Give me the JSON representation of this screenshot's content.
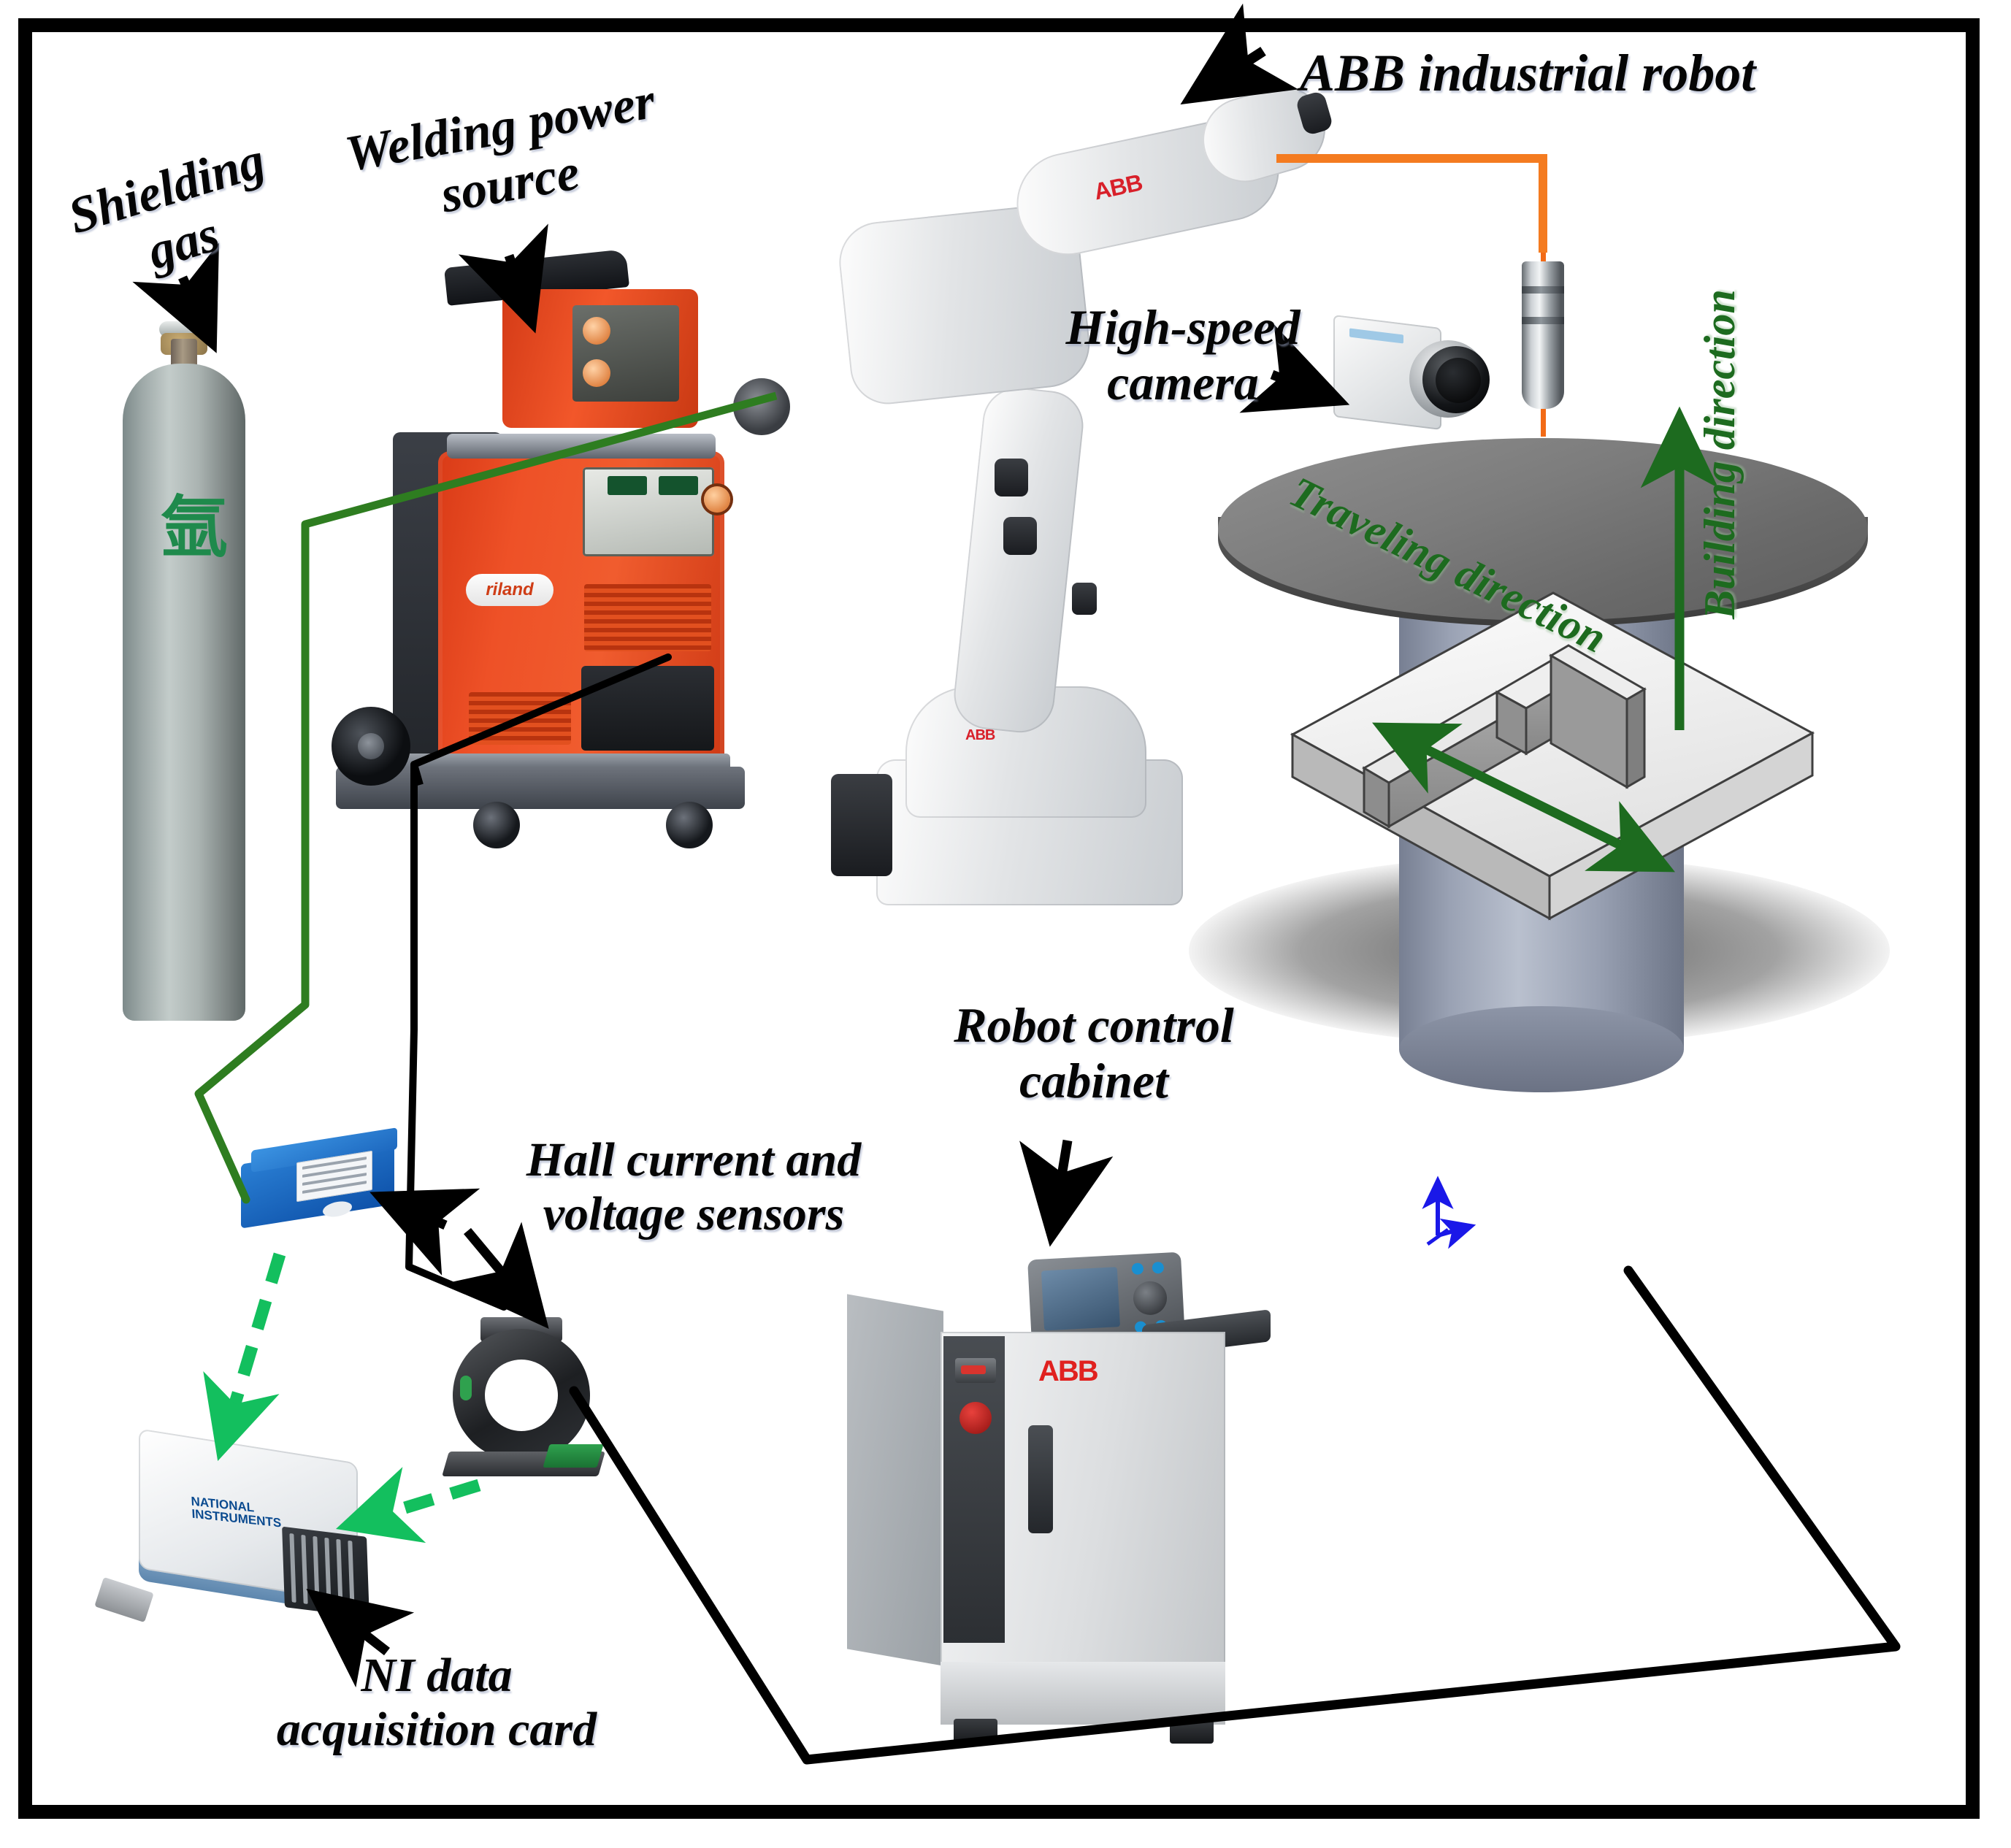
{
  "figure": {
    "kind": "experimental-setup-schematic",
    "domain": "wire-arc-additive-manufacturing",
    "background": "#ffffff",
    "border_color": "#000000"
  },
  "labels": {
    "shielding_gas": {
      "line1": "Shielding",
      "line2": "gas",
      "color": "#050505"
    },
    "welding_power_source": {
      "line1": "Welding power",
      "line2": "source",
      "color": "#050505"
    },
    "abb_industrial_robot": {
      "text": "ABB industrial robot",
      "color": "#050505"
    },
    "high_speed_camera": {
      "line1": "High-speed",
      "line2": "camera",
      "color": "#050505"
    },
    "robot_control_cabinet": {
      "line1": "Robot control",
      "line2": "cabinet",
      "color": "#050505"
    },
    "hall_sensors": {
      "line1": "Hall current and",
      "line2": "voltage sensors",
      "color": "#050505"
    },
    "ni_daq_card": {
      "line1": "NI data",
      "line2": "acquisition card",
      "color": "#050505"
    },
    "traveling_direction": {
      "text": "Traveling direction",
      "color": "#1d6b1f"
    },
    "building_direction": {
      "text": "Building direction",
      "color": "#1d6b1f"
    }
  },
  "components": {
    "gas_cylinder": {
      "name": "shielding gas cylinder",
      "body_color": "#9ea9a8",
      "marking": "氩",
      "marking_color": "#1f8a4c"
    },
    "power_source": {
      "name": "welding power source",
      "body_color": "#ee5127",
      "brand_text": "riland",
      "cart_color": "#3e434b"
    },
    "wire_feeder": {
      "name": "wire feeder",
      "body_color": "#f2572a"
    },
    "robot": {
      "name": "ABB 6-axis industrial robot",
      "body_color": "#e8eaec",
      "logo_text": "ABB",
      "logo_color": "#d8202a"
    },
    "camera": {
      "name": "high-speed camera",
      "body_color": "#f2f3f4",
      "lens_color": "#131518"
    },
    "torch": {
      "name": "welding torch nozzle",
      "body_color": "#cbd0d4",
      "wire_color": "#f26a16"
    },
    "worktable": {
      "name": "rotating worktable",
      "disc_color": "#7c7c7c",
      "post_color": "#b9c0ce"
    },
    "substrate": {
      "name": "substrate plate",
      "color": "#e8e8e8"
    },
    "deposited_wall": {
      "name": "deposited thin wall",
      "color": "#9a9a9a"
    },
    "voltage_sensor": {
      "name": "Hall voltage sensor",
      "body_color": "#1d68bf"
    },
    "current_sensor": {
      "name": "Hall current sensor",
      "body_color": "#2a2c30",
      "terminal_color": "#1a7233"
    },
    "daq": {
      "name": "NI data acquisition card",
      "body_color": "#e6e9ec",
      "brand_line1": "NATIONAL",
      "brand_line2": "INSTRUMENTS",
      "brand_color": "#0a4a8f"
    },
    "cabinet": {
      "name": "ABB robot control cabinet",
      "body_color": "#dcdee0",
      "logo_text": "ABB",
      "logo_color": "#e0211f",
      "estop_color": "#8f110f"
    },
    "coordinate_triad": {
      "name": "CAD coordinate axes",
      "color": "#1a18e8"
    }
  },
  "connections": [
    {
      "id": "gas-line",
      "from": "gas_cylinder",
      "to": "wire_feeder",
      "color": "#2e7d20",
      "style": "solid",
      "width": 11
    },
    {
      "id": "gas-line-down",
      "from": "gas_cylinder",
      "to": "voltage_sensor",
      "color": "#2e7d20",
      "style": "solid",
      "width": 11
    },
    {
      "id": "torch-cable",
      "from": "robot",
      "to": "torch",
      "color": "#f47b20",
      "style": "solid",
      "width": 11
    },
    {
      "id": "power-cable",
      "from": "power_source",
      "to": "current_sensor",
      "color": "#000000",
      "style": "solid",
      "width": 10
    },
    {
      "id": "ground-cable",
      "from": "worktable",
      "to": "current_sensor",
      "color": "#000000",
      "style": "solid",
      "width": 12
    },
    {
      "id": "volt-to-daq",
      "from": "voltage_sensor",
      "to": "daq",
      "color": "#13bf5e",
      "style": "dashed",
      "width": 16
    },
    {
      "id": "curr-to-daq",
      "from": "current_sensor",
      "to": "daq",
      "color": "#13bf5e",
      "style": "dashed",
      "width": 16
    }
  ],
  "arrows": {
    "traveling_direction": {
      "type": "double-headed",
      "color": "#1d6b1f"
    },
    "building_direction": {
      "type": "single-headed-up",
      "color": "#1d6b1f"
    }
  }
}
